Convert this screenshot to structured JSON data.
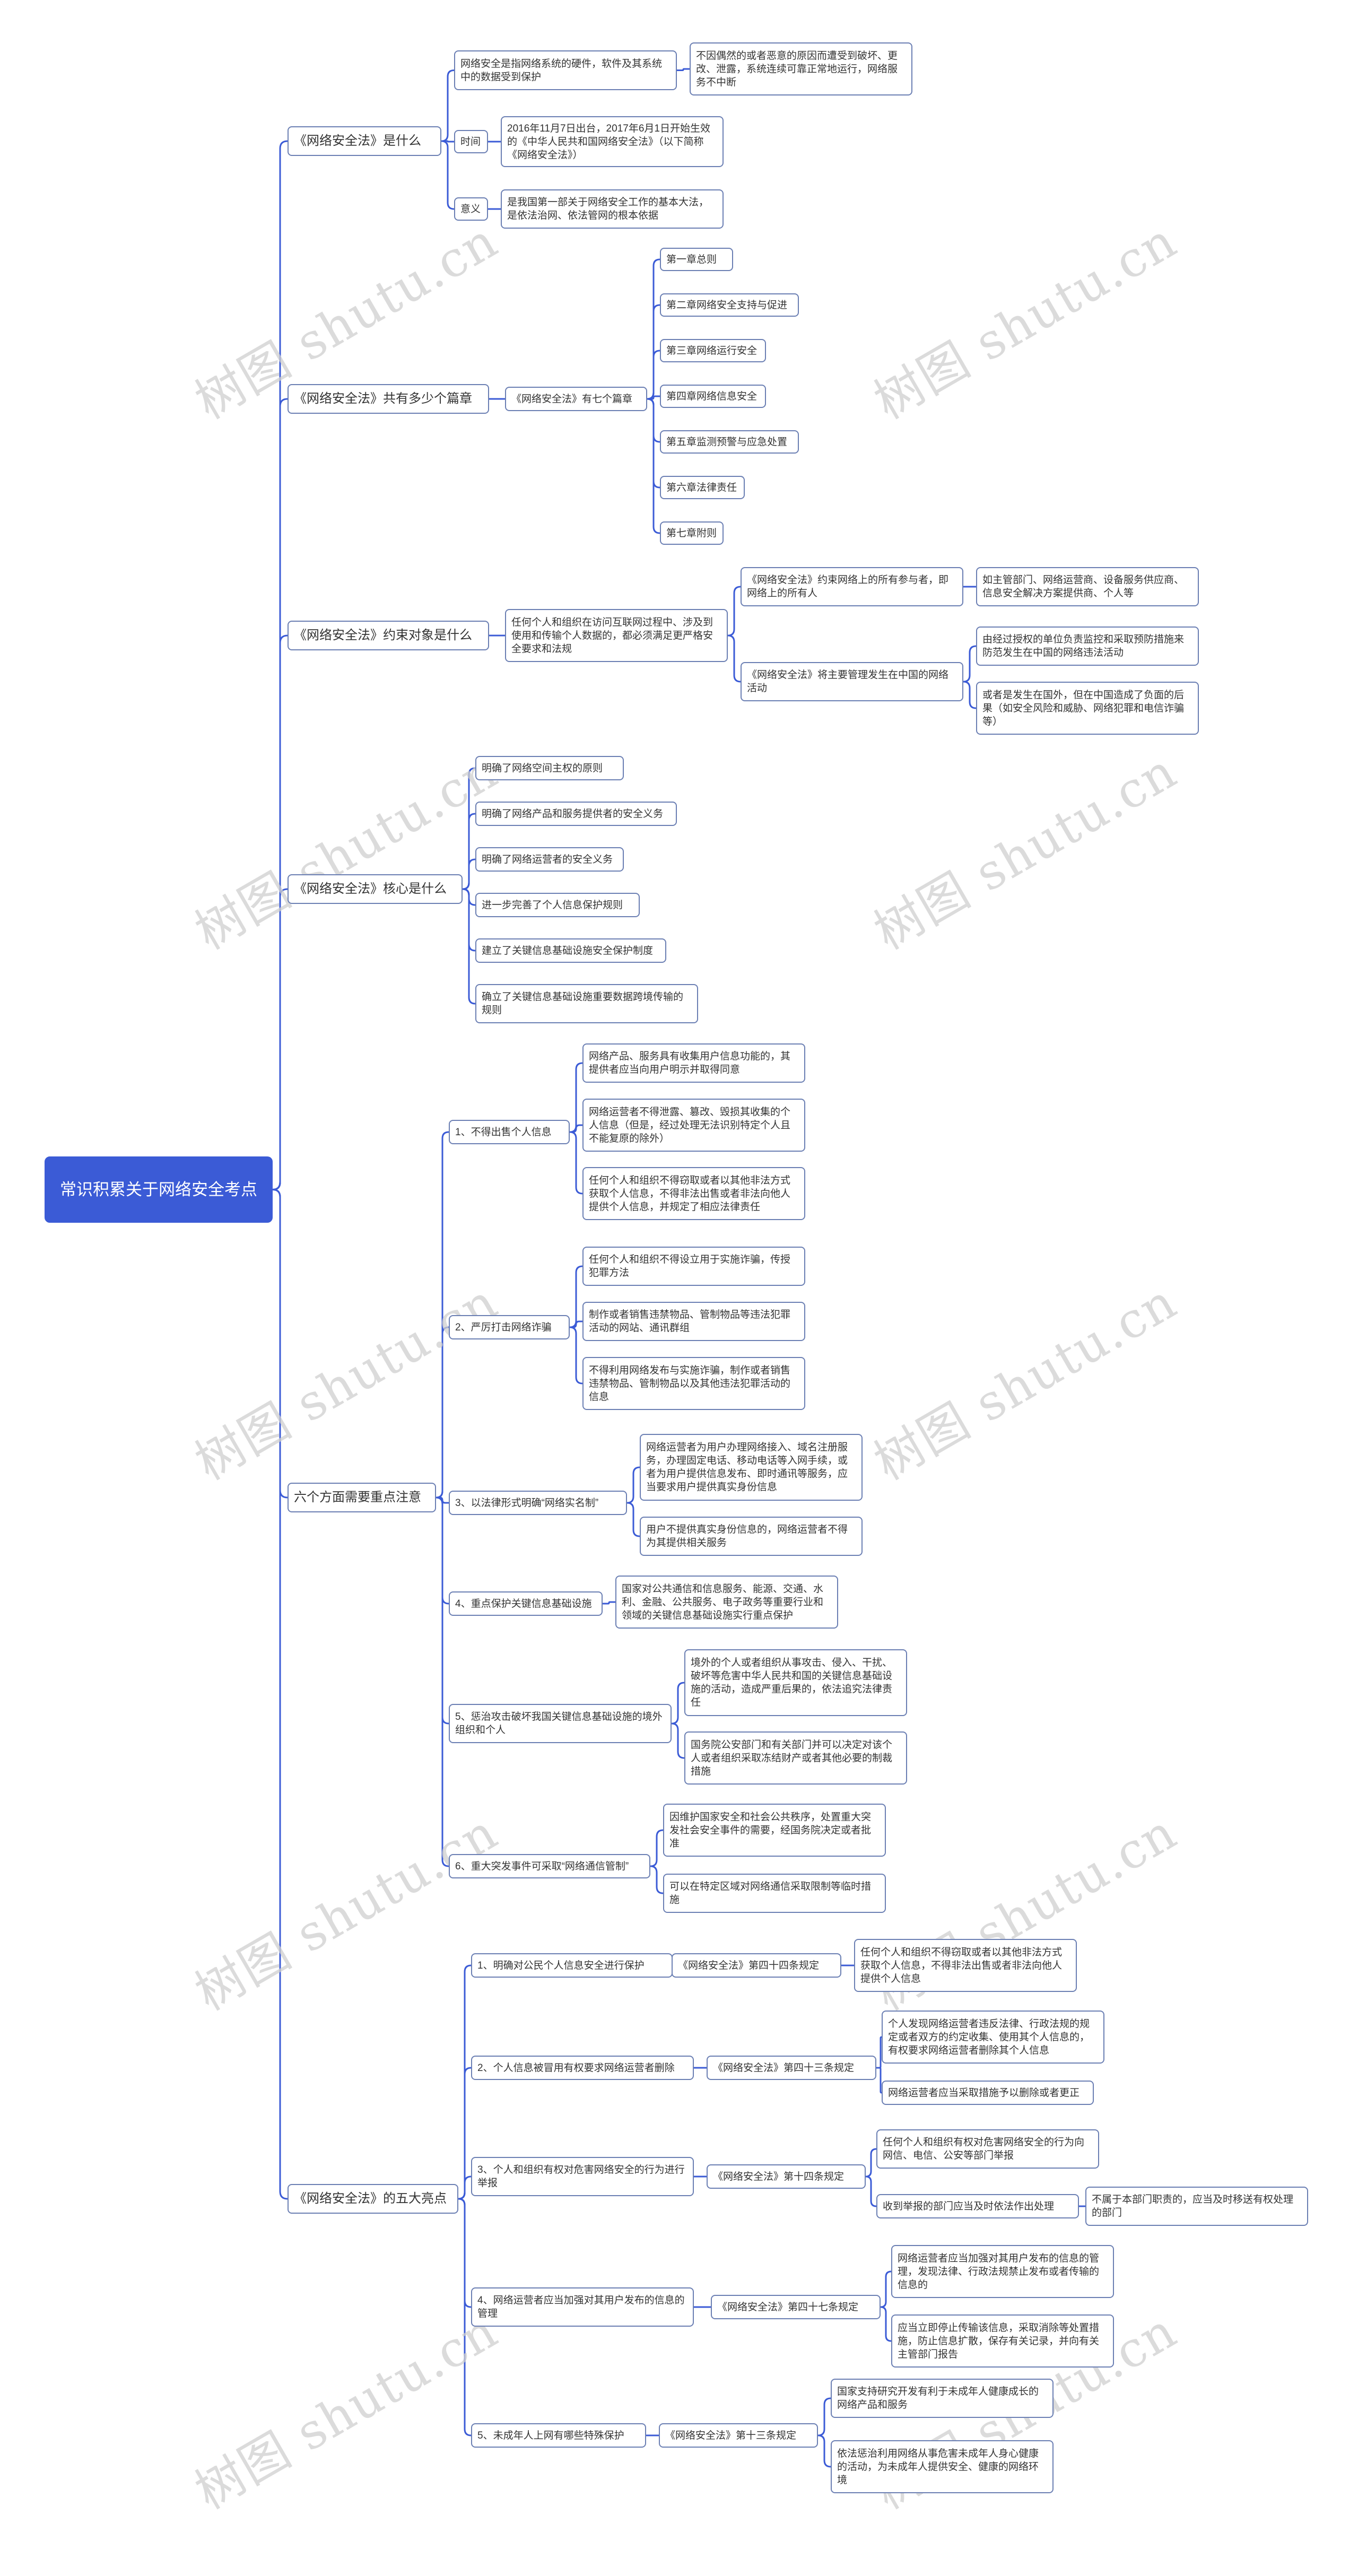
{
  "watermark": "树图 shutu.cn",
  "root": "常识积累关于网络安全考点",
  "branch1": {
    "title": "《网络安全法》是什么",
    "def": "网络安全是指网络系统的硬件，软件及其系统中的数据受到保护",
    "def_detail": "不因偶然的或者恶意的原因而遭受到破坏、更改、泄露，系统连续可靠正常地运行，网络服务不中断",
    "time_label": "时间",
    "time": "2016年11月7日出台，2017年6月1日开始生效的《中华人民共和国网络安全法》（以下简称《网络安全法》）",
    "meaning_label": "意义",
    "meaning": "是我国第一部关于网络安全工作的基本大法，是依法治网、依法管网的根本依据"
  },
  "branch2": {
    "title": "《网络安全法》共有多少个篇章",
    "summary": "《网络安全法》有七个篇章",
    "chapters": [
      "第一章总则",
      "第二章网络安全支持与促进",
      "第三章网络运行安全",
      "第四章网络信息安全",
      "第五章监测预警与应急处置",
      "第六章法律责任",
      "第七章附则"
    ]
  },
  "branch3": {
    "title": "《网络安全法》约束对象是什么",
    "main": "任何个人和组织在访问互联网过程中、涉及到使用和传输个人数据的，都必须满足更严格安全要求和法规",
    "a": "《网络安全法》约束网络上的所有参与者，即网络上的所有人",
    "a_detail": "如主管部门、网络运营商、设备服务供应商、信息安全解决方案提供商、个人等",
    "b": "《网络安全法》将主要管理发生在中国的网络活动",
    "b1": "由经过授权的单位负责监控和采取预防措施来防范发生在中国的网络违法活动",
    "b2": "或者是发生在国外，但在中国造成了负面的后果（如安全风险和威胁、网络犯罪和电信诈骗等）"
  },
  "branch4": {
    "title": "《网络安全法》核心是什么",
    "items": [
      "明确了网络空间主权的原则",
      "明确了网络产品和服务提供者的安全义务",
      "明确了网络运营者的安全义务",
      "进一步完善了个人信息保护规则",
      "建立了关键信息基础设施安全保护制度",
      "确立了关键信息基础设施重要数据跨境传输的规则"
    ]
  },
  "branch5": {
    "title": "六个方面需要重点注意",
    "s1": "1、不得出售个人信息",
    "s1_items": [
      "网络产品、服务具有收集用户信息功能的，其提供者应当向用户明示并取得同意",
      "网络运营者不得泄露、篡改、毁损其收集的个人信息（但是，经过处理无法识别特定个人且不能复原的除外）",
      "任何个人和组织不得窃取或者以其他非法方式获取个人信息，不得非法出售或者非法向他人提供个人信息，并规定了相应法律责任"
    ],
    "s2": "2、严厉打击网络诈骗",
    "s2_items": [
      "任何个人和组织不得设立用于实施诈骗，传授犯罪方法",
      "制作或者销售违禁物品、管制物品等违法犯罪活动的网站、通讯群组",
      "不得利用网络发布与实施诈骗，制作或者销售违禁物品、管制物品以及其他违法犯罪活动的信息"
    ],
    "s3": "3、以法律形式明确“网络实名制”",
    "s3_items": [
      "网络运营者为用户办理网络接入、域名注册服务，办理固定电话、移动电话等入网手续，或者为用户提供信息发布、即时通讯等服务，应当要求用户提供真实身份信息",
      "用户不提供真实身份信息的，网络运营者不得为其提供相关服务"
    ],
    "s4": "4、重点保护关键信息基础设施",
    "s4_items": [
      "国家对公共通信和信息服务、能源、交通、水利、金融、公共服务、电子政务等重要行业和领域的关键信息基础设施实行重点保护"
    ],
    "s5": "5、惩治攻击破坏我国关键信息基础设施的境外组织和个人",
    "s5_items": [
      "境外的个人或者组织从事攻击、侵入、干扰、破坏等危害中华人民共和国的关键信息基础设施的活动，造成严重后果的，依法追究法律责任",
      "国务院公安部门和有关部门并可以决定对该个人或者组织采取冻结财产或者其他必要的制裁措施"
    ],
    "s6": "6、重大突发事件可采取“网络通信管制”",
    "s6_items": [
      "因维护国家安全和社会公共秩序，处置重大突发社会安全事件的需要，经国务院决定或者批准",
      "可以在特定区域对网络通信采取限制等临时措施"
    ]
  },
  "branch6": {
    "title": "《网络安全法》的五大亮点",
    "h1": "1、明确对公民个人信息安全进行保护",
    "h1_law": "《网络安全法》第四十四条规定",
    "h1_items": [
      "任何个人和组织不得窃取或者以其他非法方式获取个人信息，不得非法出售或者非法向他人提供个人信息"
    ],
    "h2": "2、个人信息被冒用有权要求网络运营者删除",
    "h2_law": "《网络安全法》第四十三条规定",
    "h2_items": [
      "个人发现网络运营者违反法律、行政法规的规定或者双方的约定收集、使用其个人信息的，有权要求网络运营者删除其个人信息",
      "网络运营者应当采取措施予以删除或者更正"
    ],
    "h3": "3、个人和组织有权对危害网络安全的行为进行举报",
    "h3_law": "《网络安全法》第十四条规定",
    "h3_items": [
      "任何个人和组织有权对危害网络安全的行为向网信、电信、公安等部门举报",
      "收到举报的部门应当及时依法作出处理"
    ],
    "h3_extra": "不属于本部门职责的，应当及时移送有权处理的部门",
    "h4": "4、网络运营者应当加强对其用户发布的信息的管理",
    "h4_law": "《网络安全法》第四十七条规定",
    "h4_items": [
      "网络运营者应当加强对其用户发布的信息的管理，发现法律、行政法规禁止发布或者传输的信息的",
      "应当立即停止传输该信息，采取消除等处置措施，防止信息扩散，保存有关记录，并向有关主管部门报告"
    ],
    "h5": "5、未成年人上网有哪些特殊保护",
    "h5_law": "《网络安全法》第十三条规定",
    "h5_items": [
      "国家支持研究开发有利于未成年人健康成长的网络产品和服务",
      "依法惩治利用网络从事危害未成年人身心健康的活动，为未成年人提供安全、健康的网络环境"
    ]
  }
}
